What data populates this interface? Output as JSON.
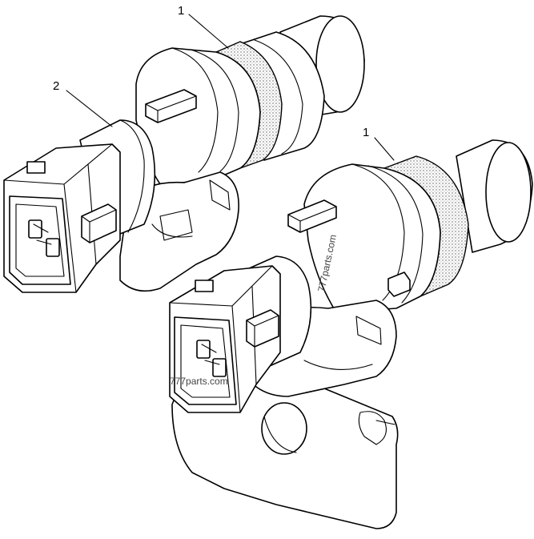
{
  "callouts": {
    "upper_seal": "1",
    "lower_seal": "1",
    "sensor": "2"
  },
  "watermarks": {
    "vertical": "777parts.com",
    "horizontal": "777parts.com"
  }
}
